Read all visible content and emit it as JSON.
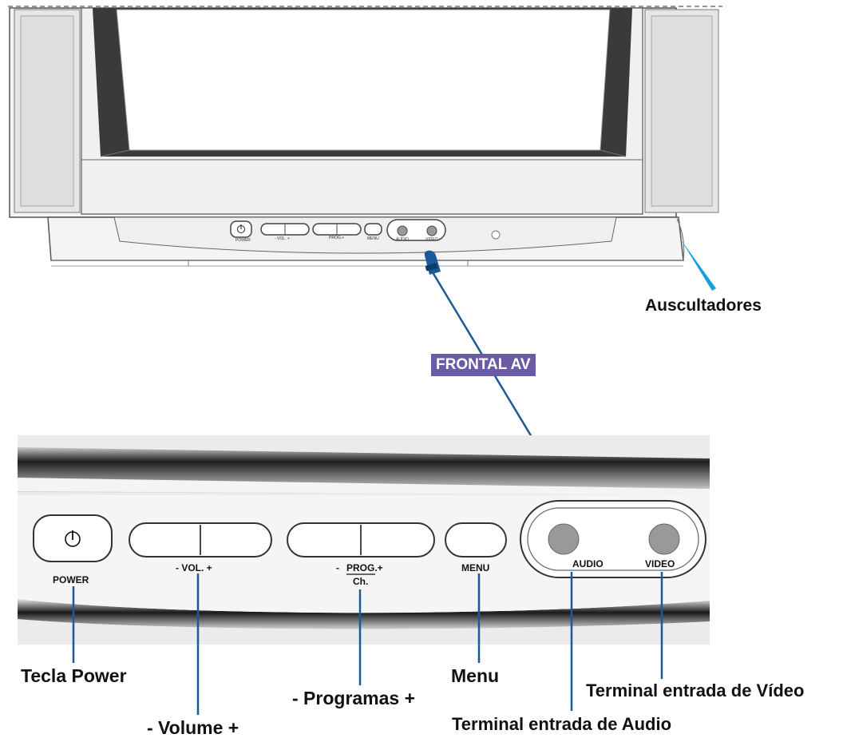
{
  "colors": {
    "leader_line": "#1a5a9a",
    "headphone_arrow": "#1aa0d8",
    "tag_bg": "#6b5aa6"
  },
  "tv": {
    "icons": [
      "power-icon",
      "jack-icon",
      "headphone-jack-icon"
    ]
  },
  "panel": {
    "power_label": "POWER",
    "vol_label": "- VOL. +",
    "prog_prefix": "- ",
    "prog_label": "PROG.+",
    "ch_label": "Ch.",
    "menu_label": "MENU",
    "audio_label": "AUDIO",
    "video_label": "VIDEO"
  },
  "callouts": {
    "frontal_av": "FRONTAL AV",
    "auscultadores": "Auscultadores",
    "tecla_power": "Tecla Power",
    "volume": "- Volume +",
    "programas": "- Programas +",
    "menu": "Menu",
    "terminal_video": "Terminal entrada de Vídeo",
    "terminal_audio": "Terminal entrada de Audio"
  }
}
